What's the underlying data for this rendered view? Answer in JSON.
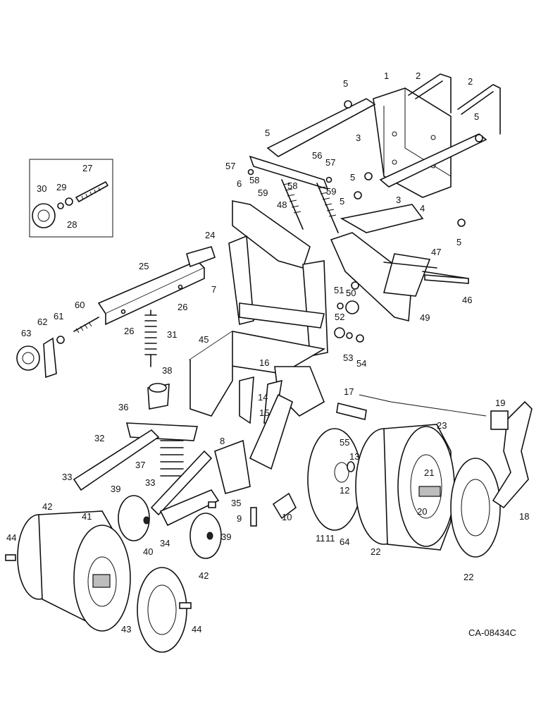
{
  "figure": {
    "reference_code": "CA-08434C",
    "callouts": [
      "1",
      "2",
      "2",
      "3",
      "3",
      "4",
      "5",
      "5",
      "5",
      "5",
      "5",
      "5",
      "5",
      "6",
      "7",
      "8",
      "9",
      "10",
      "11",
      "11",
      "12",
      "13",
      "14",
      "15",
      "16",
      "17",
      "18",
      "19",
      "20",
      "21",
      "22",
      "22",
      "23",
      "24",
      "25",
      "26",
      "26",
      "27",
      "28",
      "29",
      "30",
      "31",
      "32",
      "33",
      "33",
      "34",
      "35",
      "36",
      "37",
      "38",
      "39",
      "39",
      "40",
      "41",
      "42",
      "42",
      "43",
      "44",
      "44",
      "45",
      "46",
      "47",
      "48",
      "49",
      "50",
      "51",
      "52",
      "53",
      "54",
      "55",
      "56",
      "57",
      "57",
      "58",
      "58",
      "59",
      "59",
      "60",
      "61",
      "62",
      "63",
      "64"
    ]
  }
}
